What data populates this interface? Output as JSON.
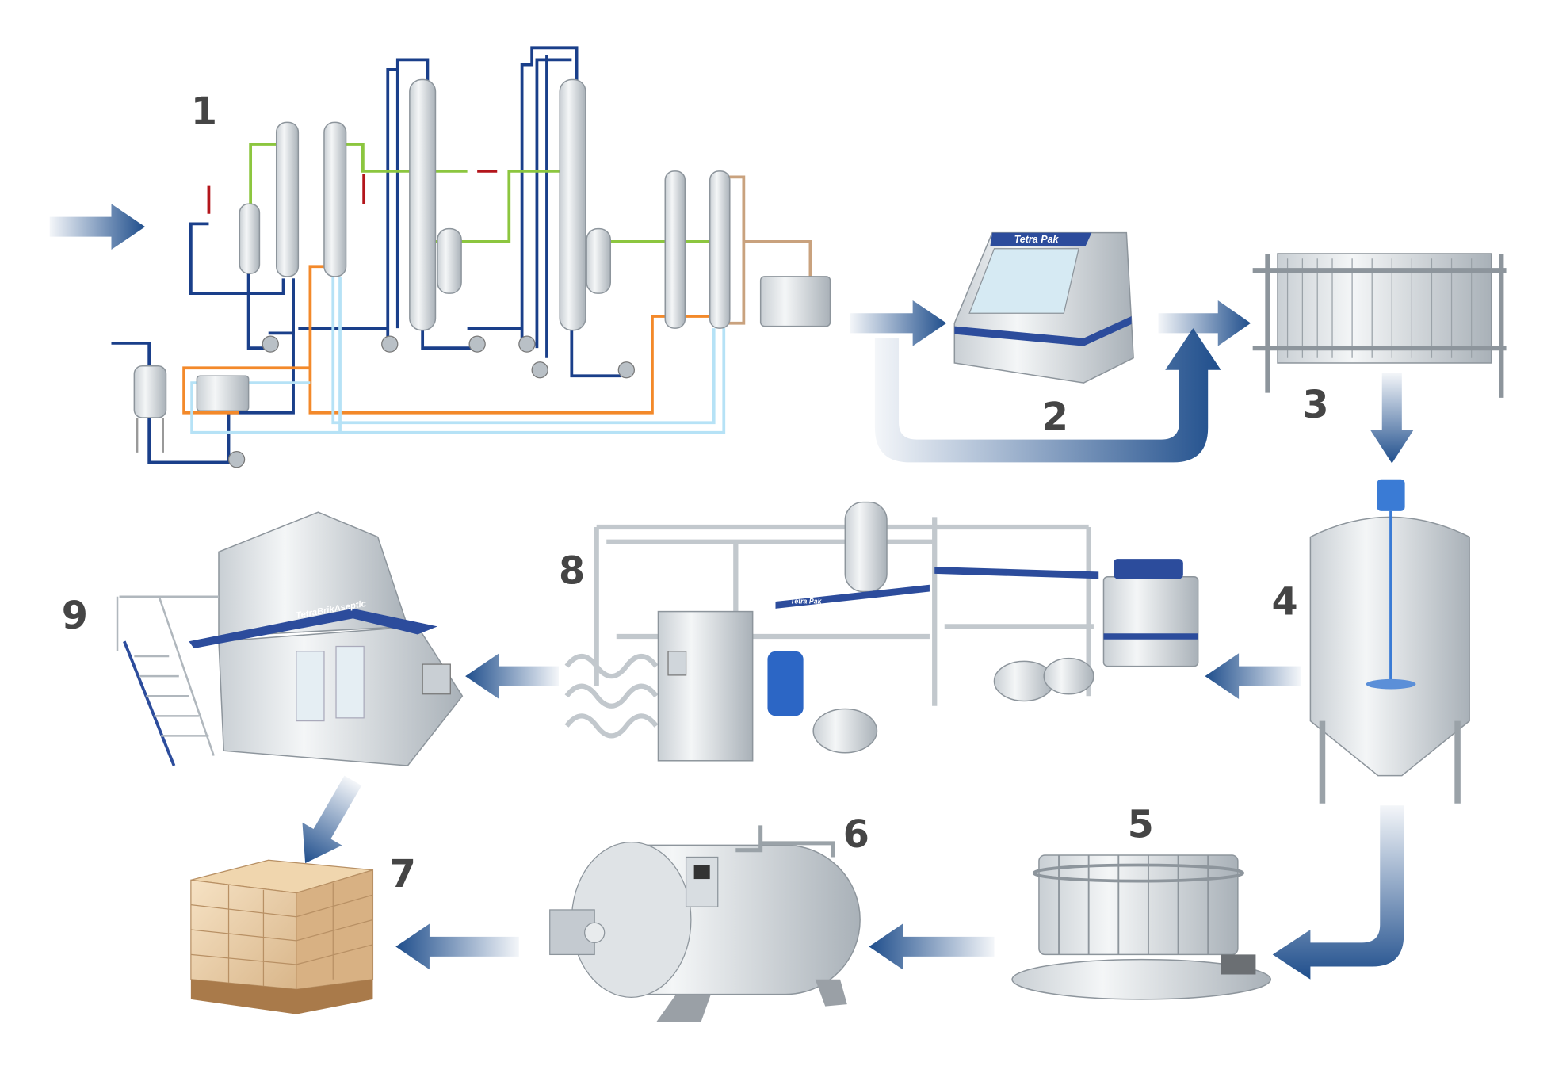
{
  "steps": [
    {
      "number": "1"
    },
    {
      "number": "2"
    },
    {
      "number": "3"
    },
    {
      "number": "4"
    },
    {
      "number": "5"
    },
    {
      "number": "6"
    },
    {
      "number": "7"
    },
    {
      "number": "8"
    },
    {
      "number": "9"
    }
  ],
  "labels": {
    "machine2_brand": "Tetra Pak",
    "machine9_brand": "TetraBrikAseptic",
    "machine8_brand": "Tetra Pak"
  },
  "colors": {
    "arrow": "#1f4e8c",
    "pipe_dark_blue": "#1a3f8a",
    "pipe_green": "#8cc63f",
    "pipe_orange": "#f3892a",
    "pipe_light_blue": "#b6e2f6",
    "pipe_tan": "#c9a27e",
    "pipe_red": "#b3151b",
    "brand_stripe": "#2c4c9c",
    "number_text": "#454545"
  }
}
